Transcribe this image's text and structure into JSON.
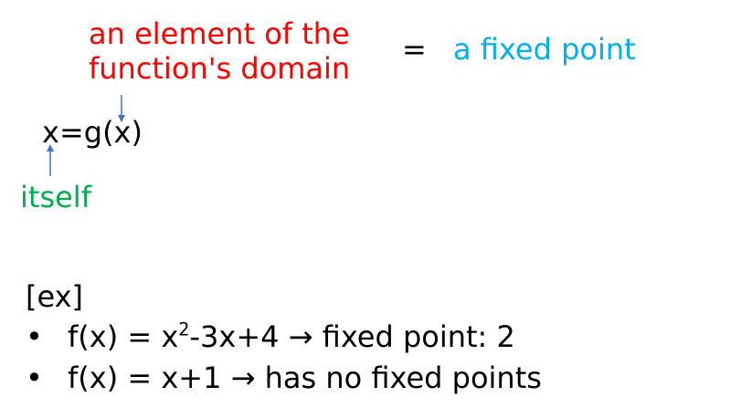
{
  "annotations": {
    "domain_line1": "an element of the",
    "domain_line2": "function's domain",
    "equals": "=",
    "fixed_point": "a fixed point",
    "itself": "itself"
  },
  "equation": {
    "text": "x=g(x)"
  },
  "example": {
    "heading": "[ex]",
    "bullet": "•",
    "item1": {
      "lhs": "f(x) = x",
      "exponent": "2",
      "rhs": "-3x+4 ",
      "arrow": "→",
      "result": " fixed point: 2"
    },
    "item2": {
      "lhs": "f(x) = x+1 ",
      "arrow": "→",
      "result": " has no fixed points"
    }
  },
  "colors": {
    "domain_annotation": "#ff0000",
    "fixed_point_annotation": "#00b0f0",
    "itself_annotation": "#00b050",
    "arrow": "#4472c4"
  }
}
